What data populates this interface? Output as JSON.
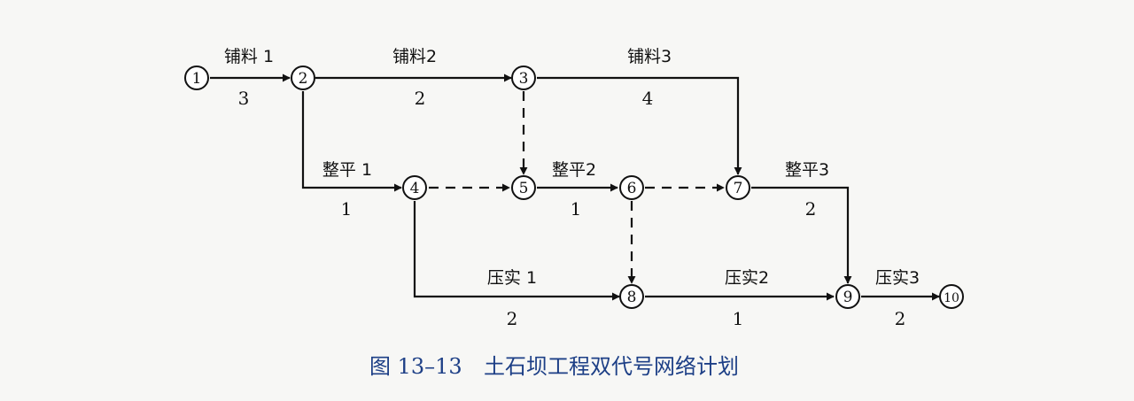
{
  "figure": {
    "caption_number": "图 13–13",
    "caption_title": "土石坝工程双代号网络计划"
  },
  "nodes": [
    {
      "id": "1",
      "label": "①"
    },
    {
      "id": "2",
      "label": "②"
    },
    {
      "id": "3",
      "label": "③"
    },
    {
      "id": "4",
      "label": "④"
    },
    {
      "id": "5",
      "label": "⑤"
    },
    {
      "id": "6",
      "label": "⑥"
    },
    {
      "id": "7",
      "label": "⑦"
    },
    {
      "id": "8",
      "label": "⑧"
    },
    {
      "id": "9",
      "label": "⑨"
    },
    {
      "id": "10",
      "label": "⑩"
    }
  ],
  "activities": [
    {
      "from": "1",
      "to": "2",
      "name": "铺料 1",
      "duration": "3"
    },
    {
      "from": "2",
      "to": "3",
      "name": "铺料2",
      "duration": "2"
    },
    {
      "from": "3",
      "to": "7",
      "name": "铺料3",
      "duration": "4"
    },
    {
      "from": "2",
      "to": "4",
      "name": "整平 1",
      "duration": "1"
    },
    {
      "from": "5",
      "to": "6",
      "name": "整平2",
      "duration": "1"
    },
    {
      "from": "7",
      "to": "9",
      "name": "整平3",
      "duration": "2"
    },
    {
      "from": "4",
      "to": "8",
      "name": "压实 1",
      "duration": "2"
    },
    {
      "from": "8",
      "to": "9",
      "name": "压实2",
      "duration": "1"
    },
    {
      "from": "9",
      "to": "10",
      "name": "压实3",
      "duration": "2"
    }
  ],
  "dummies": [
    {
      "from": "3",
      "to": "5"
    },
    {
      "from": "4",
      "to": "5"
    },
    {
      "from": "6",
      "to": "7"
    },
    {
      "from": "6",
      "to": "8"
    }
  ]
}
